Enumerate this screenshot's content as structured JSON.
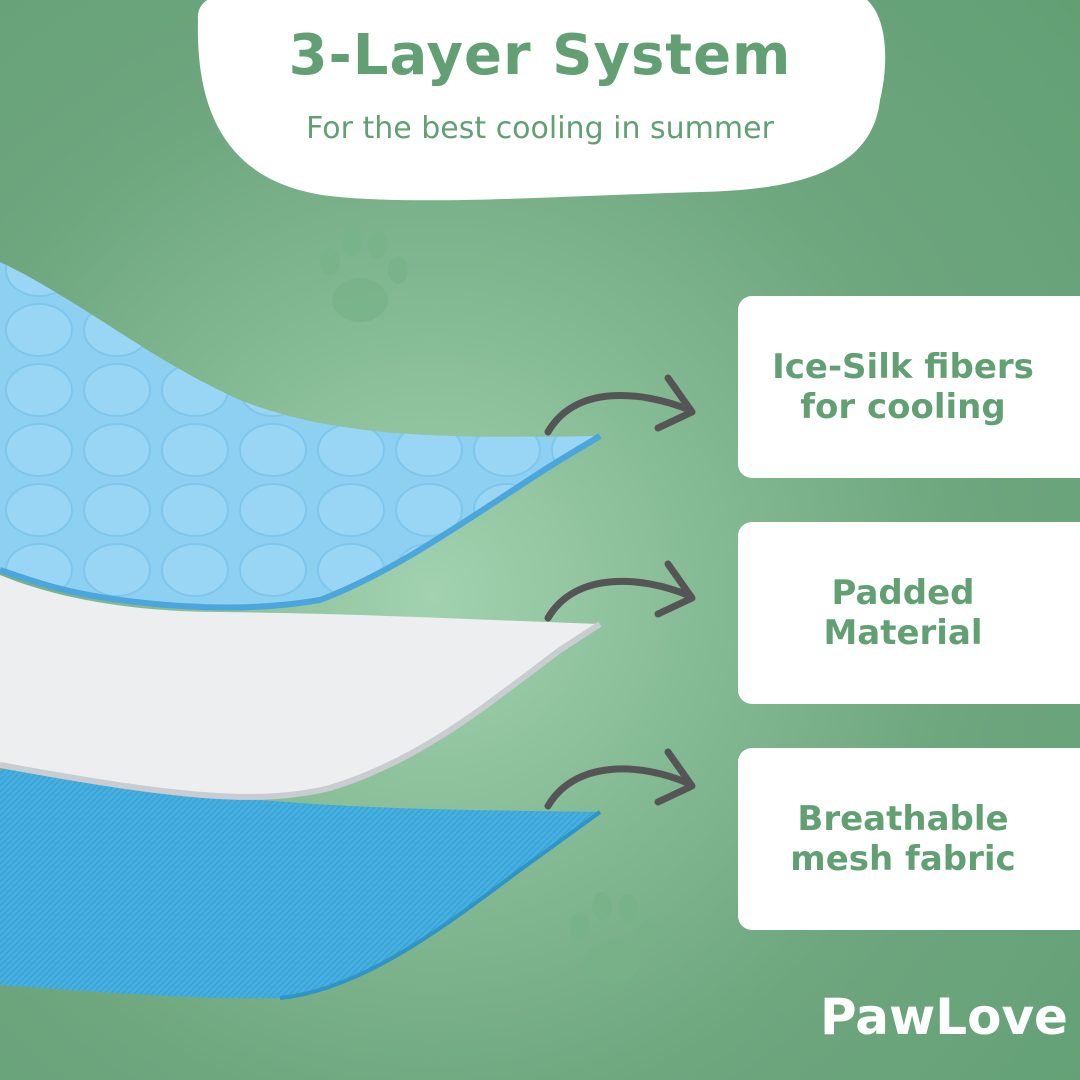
{
  "header": {
    "title": "3-Layer System",
    "subtitle": "For the best cooling in summer"
  },
  "layers": [
    {
      "label": "Ice-Silk fibers\nfor cooling",
      "color": "#8dd0f2"
    },
    {
      "label": "Padded\nMaterial",
      "color": "#eceef0"
    },
    {
      "label": "Breathable\nmesh fabric",
      "color": "#45b0e0"
    }
  ],
  "brand": {
    "name": "PawLove"
  },
  "colors": {
    "accent": "#62a074",
    "card": "#ffffff",
    "arrow": "#555555"
  },
  "icons": [
    "paw-print-icon",
    "arrow-icon"
  ]
}
